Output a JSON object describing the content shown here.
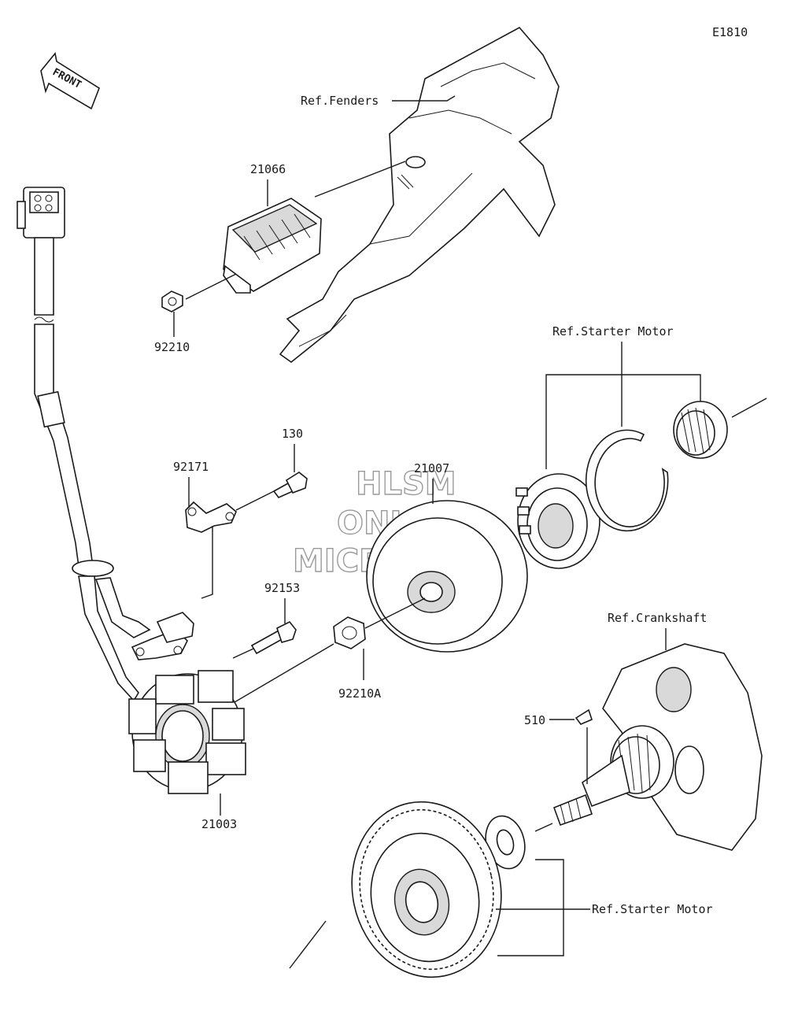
{
  "diagram_code": "E1810",
  "front_label": "FRONT",
  "watermark": [
    "HLSM",
    "ONLINE",
    "MICROFICHE"
  ],
  "refs": {
    "fenders": "Ref.Fenders",
    "starter_motor_top": "Ref.Starter Motor",
    "crankshaft": "Ref.Crankshaft",
    "starter_motor_bottom": "Ref.Starter Motor"
  },
  "parts": {
    "regulator": "21066",
    "nut_regulator": "92210",
    "bolt_130": "130",
    "clamp": "92171",
    "flywheel": "21007",
    "bolt_stator": "92153",
    "nut_flywheel": "92210A",
    "stator": "21003",
    "key": "510"
  }
}
